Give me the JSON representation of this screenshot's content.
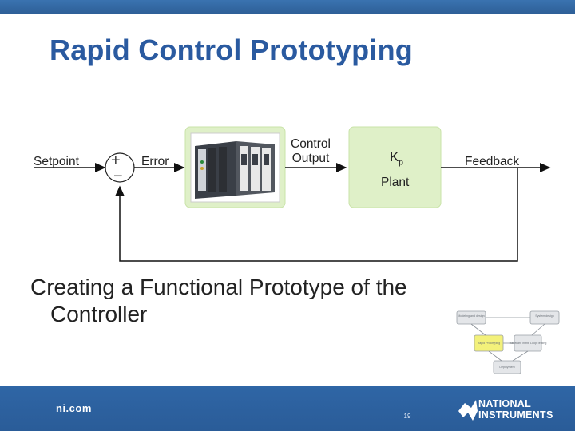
{
  "slide": {
    "title": "Rapid Control Prototyping",
    "body_line1": "Creating a Functional Prototype of the",
    "body_line2": "Controller"
  },
  "diagram": {
    "setpoint_label": "Setpoint",
    "sum_plus": "+",
    "sum_minus": "−",
    "error_label": "Error",
    "control_output_line1": "Control",
    "control_output_line2": "Output",
    "plant_k": "K",
    "plant_k_sub": "p",
    "plant_label": "Plant",
    "feedback_label": "Feedback",
    "accent_color": "#dff0c8",
    "box_border": "#c9e3a8"
  },
  "thumbnail": {
    "nodes": [
      "Modeling and design",
      "System design",
      "Rapid Prototyping",
      "Hardware in the Loop Testing",
      "Deployment"
    ],
    "highlight_color": "#f3f17a"
  },
  "footer": {
    "url": "ni.com",
    "page_number": "19",
    "logo_line1": "NATIONAL",
    "logo_line2": "INSTRUMENTS",
    "logo_icon": "ni-eagle-icon",
    "color": "#2d5f9c"
  }
}
